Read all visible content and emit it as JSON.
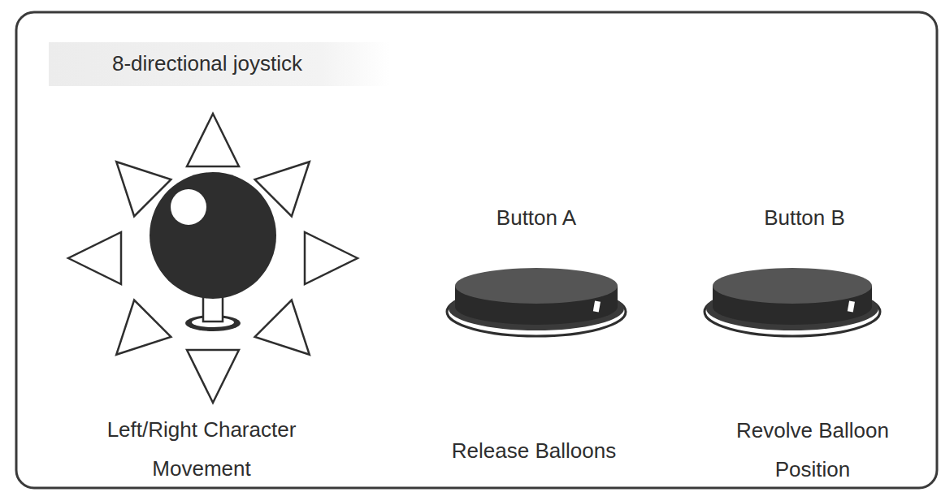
{
  "diagram": {
    "labels": [
      "8-directional joystick",
      "Button A",
      "Button B",
      "Left/Right Character Movement",
      "Release Balloons",
      "Revolve Balloon Position"
    ]
  }
}
